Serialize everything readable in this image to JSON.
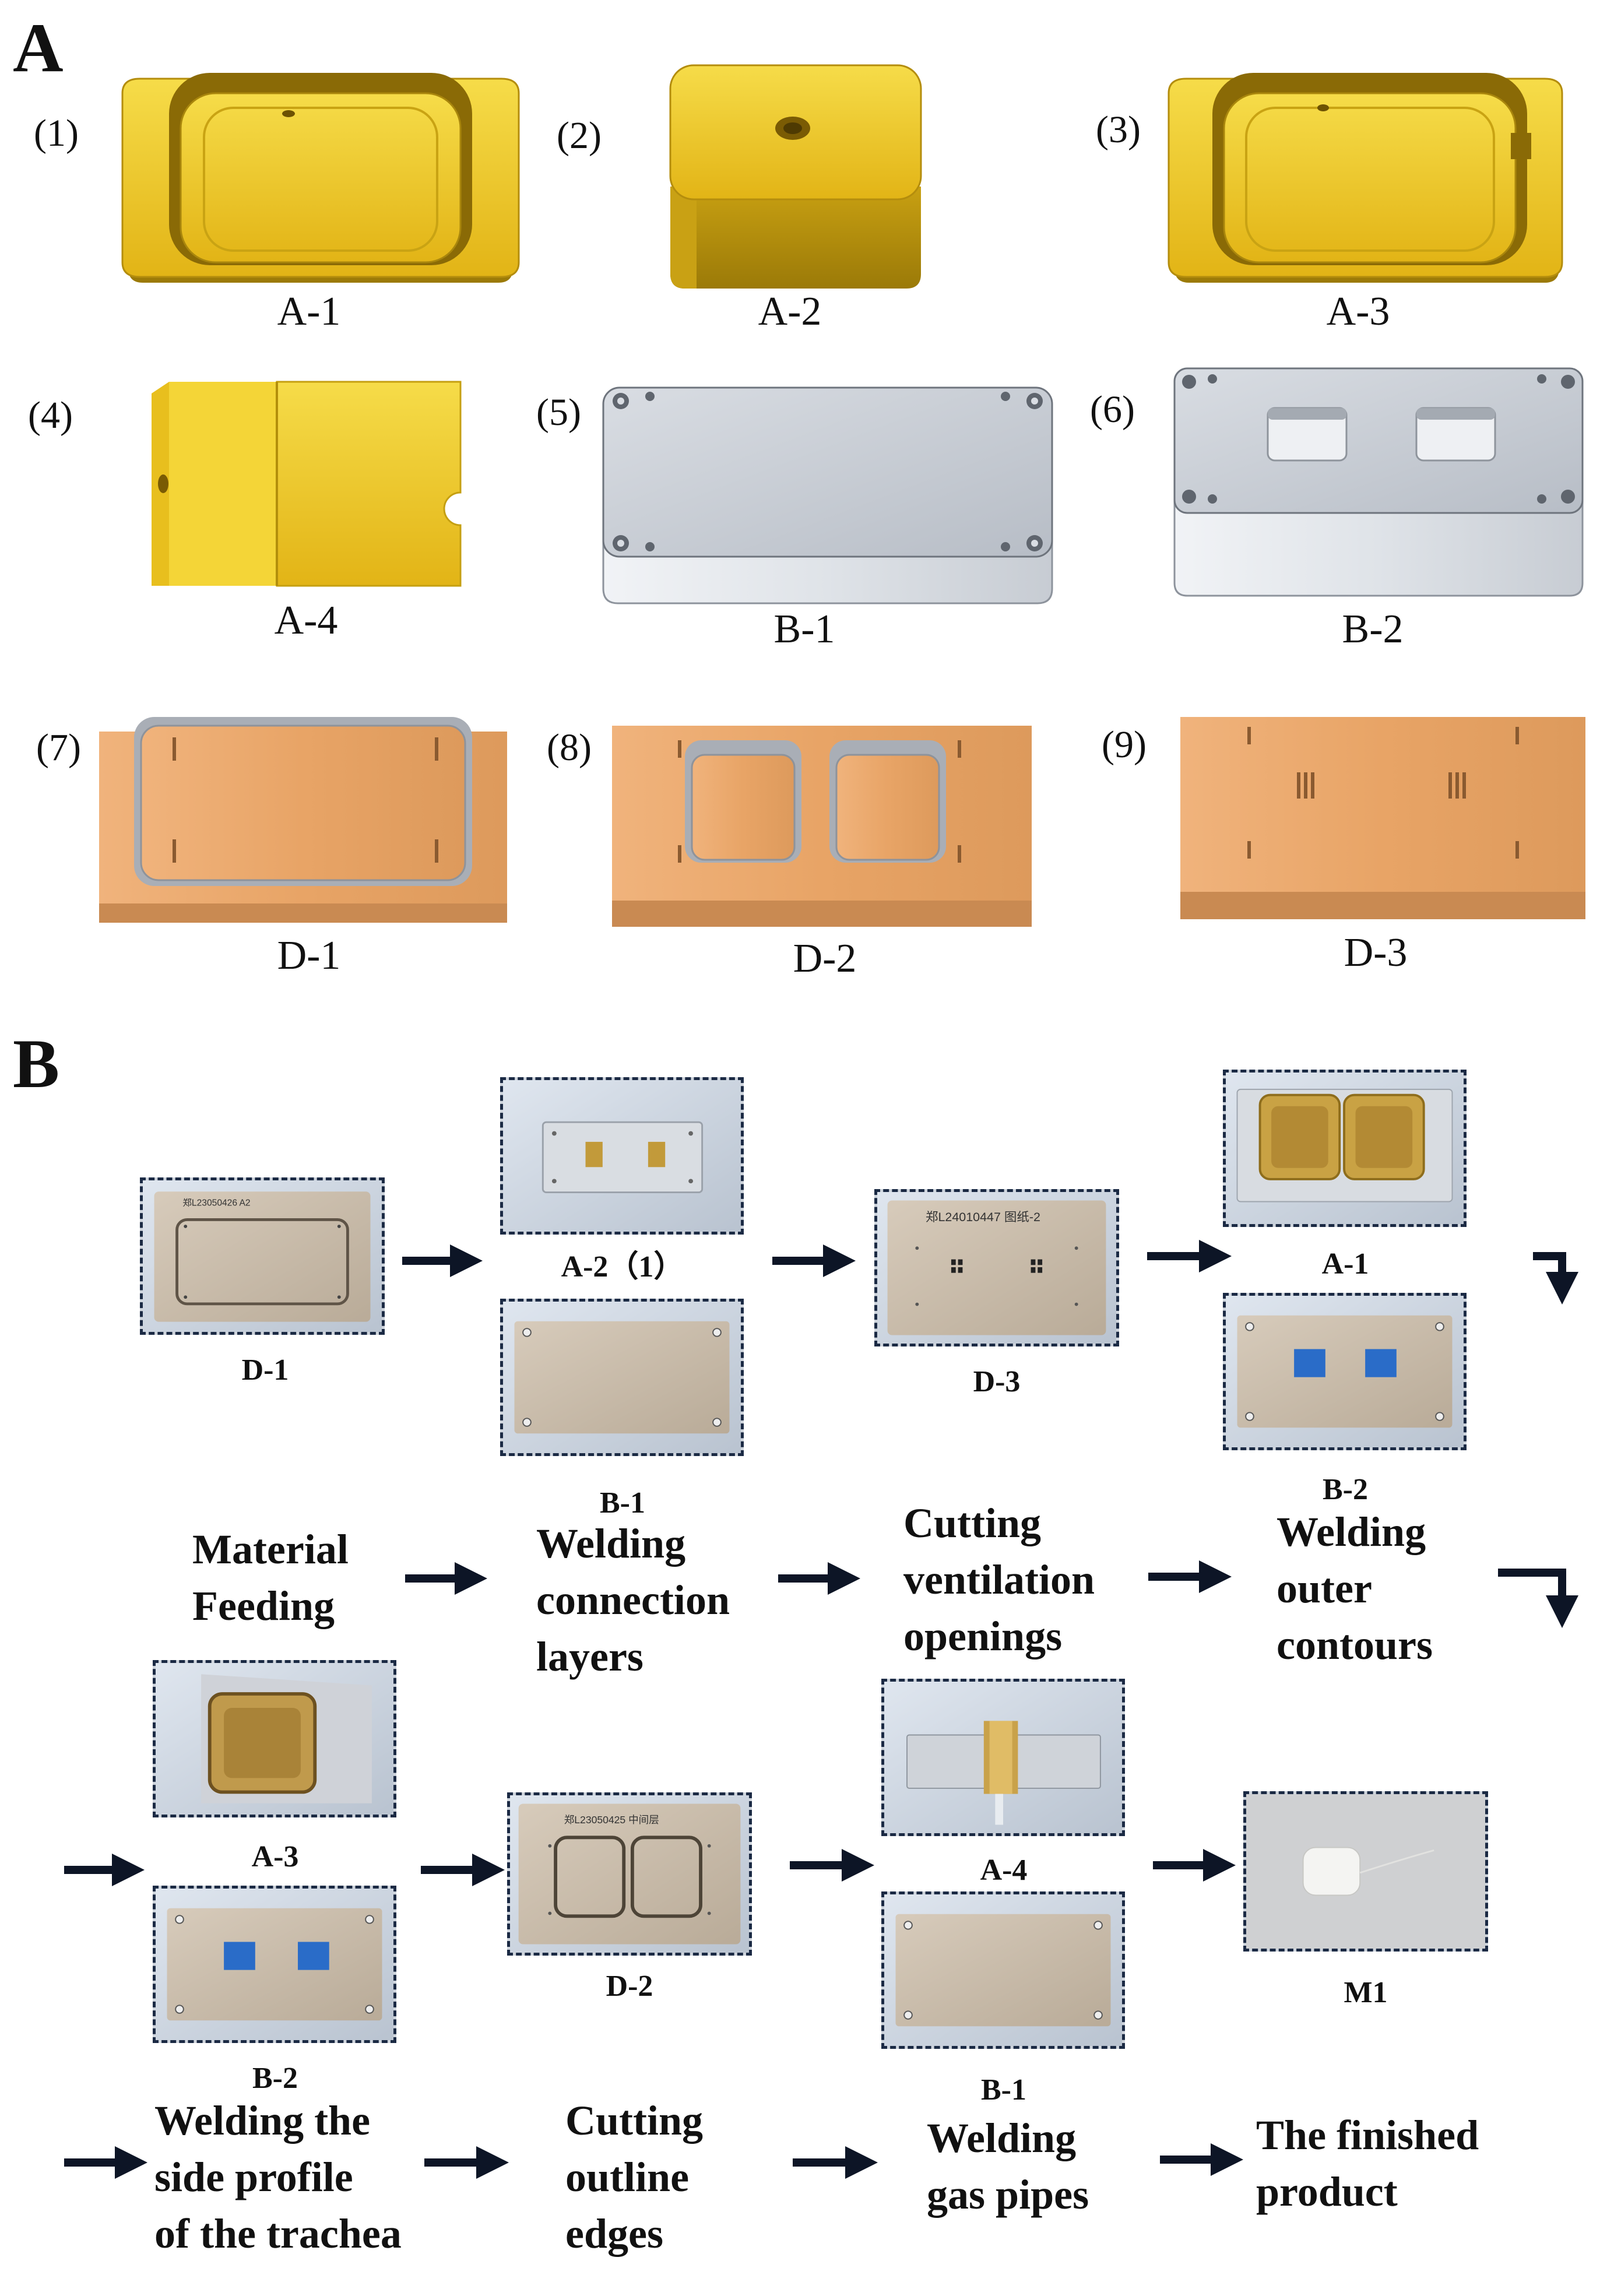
{
  "panels": {
    "a": "A",
    "b": "B"
  },
  "models": [
    {
      "num": "(1)",
      "label": "A-1"
    },
    {
      "num": "(2)",
      "label": "A-2"
    },
    {
      "num": "(3)",
      "label": "A-3"
    },
    {
      "num": "(4)",
      "label": "A-4"
    },
    {
      "num": "(5)",
      "label": "B-1"
    },
    {
      "num": "(6)",
      "label": "B-2"
    },
    {
      "num": "(7)",
      "label": "D-1"
    },
    {
      "num": "(8)",
      "label": "D-2"
    },
    {
      "num": "(9)",
      "label": "D-3"
    }
  ],
  "photos": {
    "d1": "D-1",
    "a2_1": "A-2（1）",
    "b1_top": "B-1",
    "d3": "D-3",
    "a1": "A-1",
    "b2_top": "B-2",
    "a3": "A-3",
    "b2_bottom": "B-2",
    "d2": "D-2",
    "a4": "A-4",
    "b1_bottom": "B-1",
    "m1": "M1"
  },
  "plate_codes": {
    "d1": "郑L23050426 A2",
    "d3": "郑L24010447 图纸-2",
    "d2": "郑L23050425 中间层"
  },
  "steps_row1": [
    [
      "Material",
      "Feeding"
    ],
    [
      "Welding",
      "connection",
      "layers"
    ],
    [
      "Cutting",
      "ventilation",
      "openings"
    ],
    [
      "Welding",
      "outer",
      "contours"
    ]
  ],
  "steps_row2": [
    [
      "Welding the",
      "side profile",
      "of the trachea"
    ],
    [
      "Cutting",
      "outline",
      "edges"
    ],
    [
      "Welding",
      "gas pipes"
    ],
    [
      "The finished",
      "product"
    ]
  ],
  "colors": {
    "gold": "#f2cc2b",
    "steel": "#c9ced6",
    "wood": "#e7a468",
    "frame": "#1b2a44",
    "arrow": "#0d1526"
  }
}
